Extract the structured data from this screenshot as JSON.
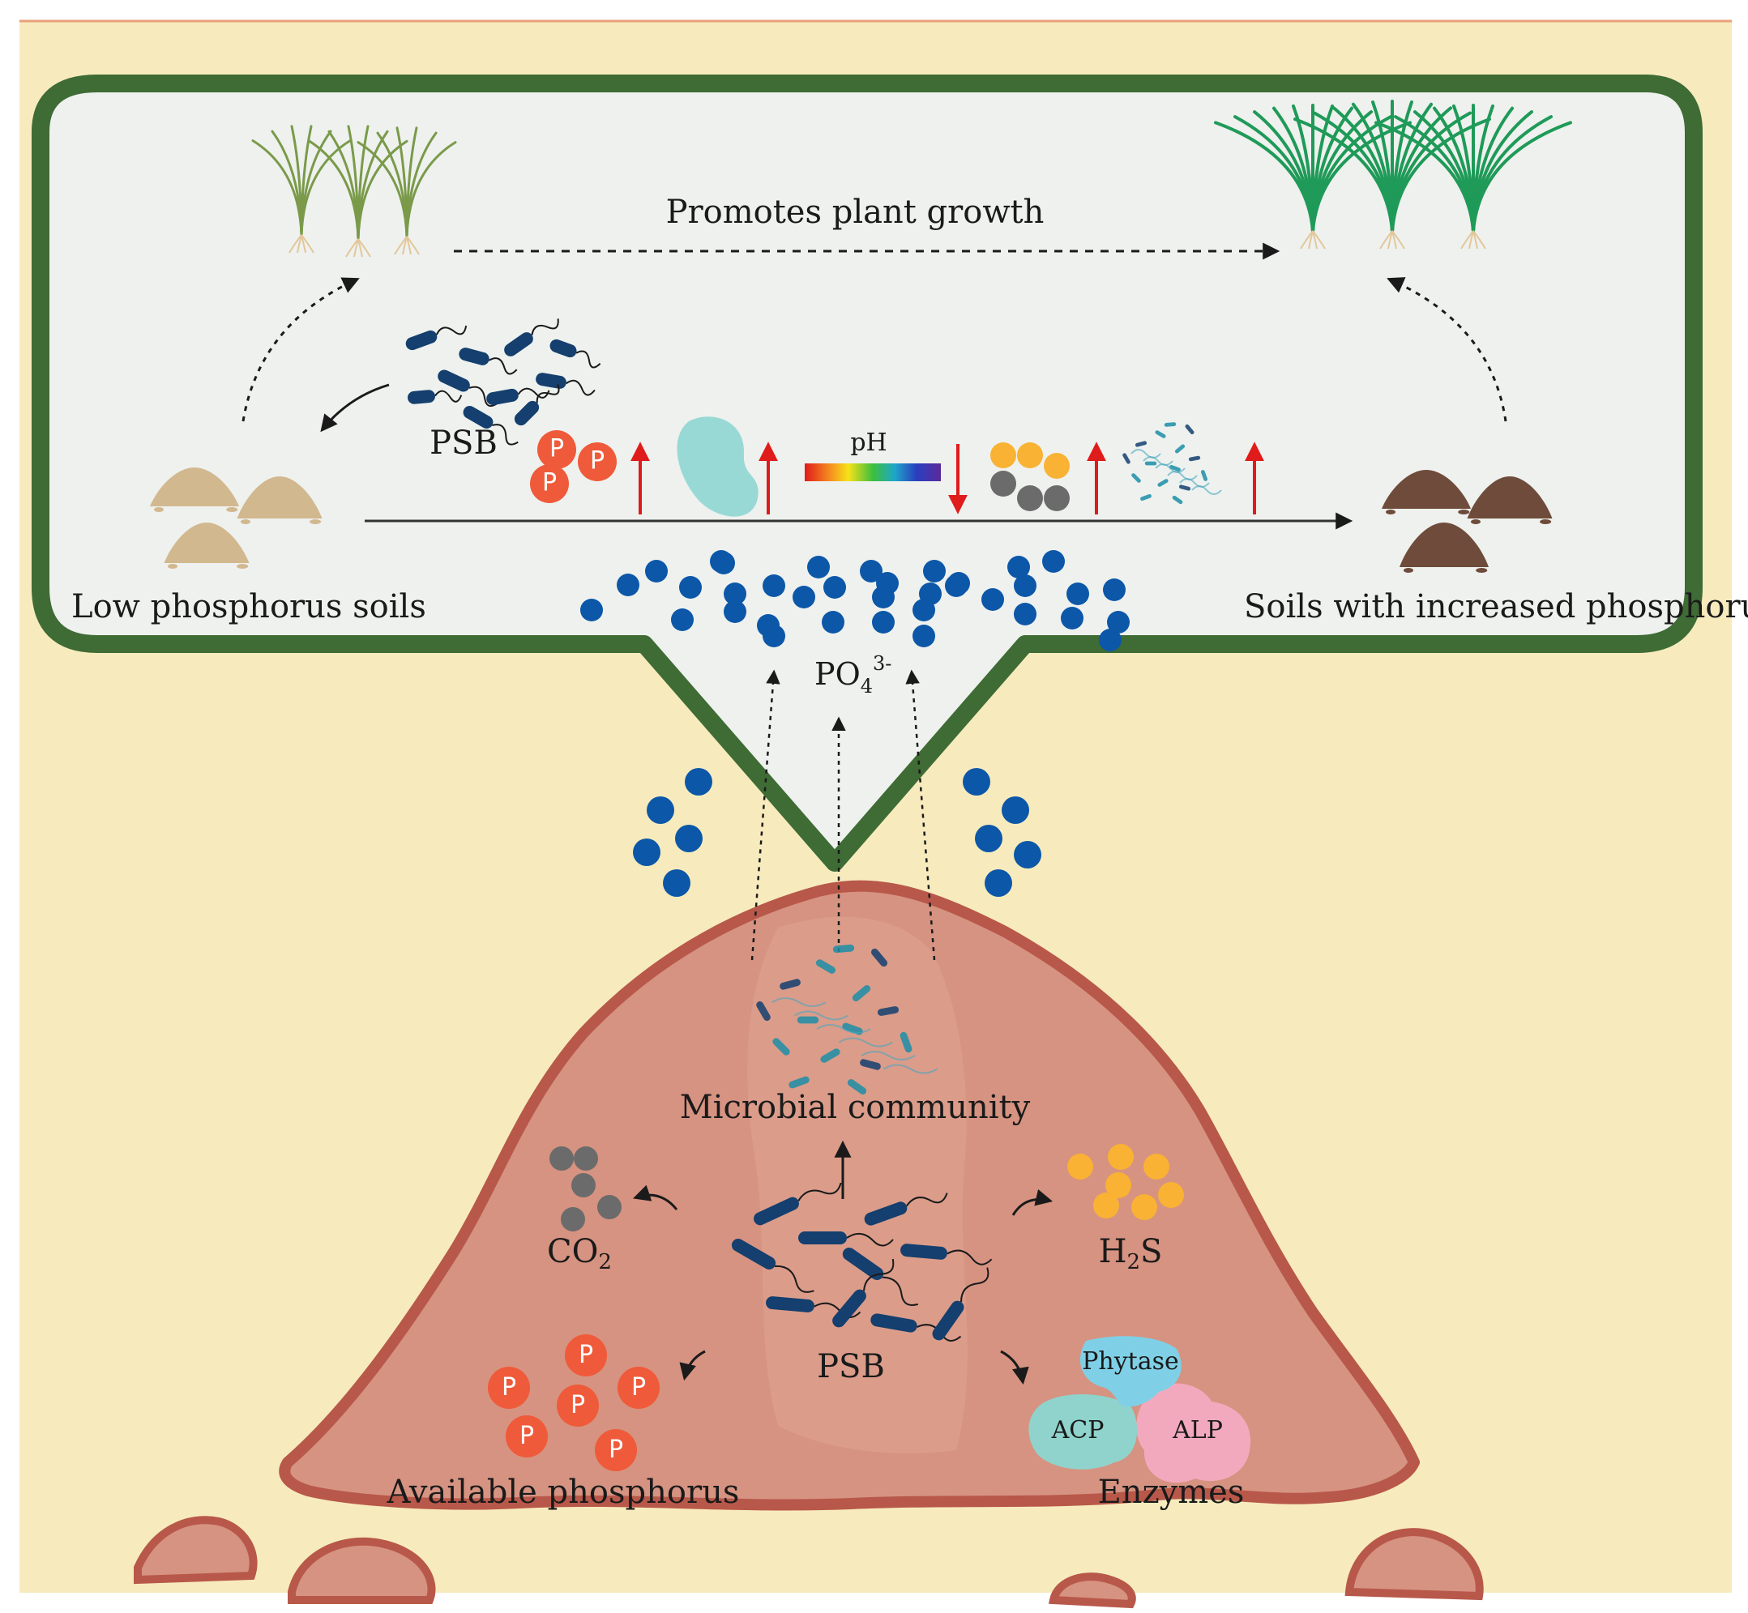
{
  "labels": {
    "top_arrow": "Promotes plant growth",
    "left_soil": "Low phosphorus soils",
    "right_soil": "Soils with increased phosphorus",
    "psb_top": "PSB",
    "ph": "pH",
    "phosphate_base": "PO",
    "phosphate_sub": "4",
    "phosphate_sup": "3-",
    "microbial": "Microbial community",
    "co2_base": "CO",
    "co2_sub": "2",
    "h2s_h": "H",
    "h2s_sub": "2",
    "h2s_s": "S",
    "psb_center": "PSB",
    "available_p": "Available phosphorus",
    "enzymes": "Enzymes",
    "phytase": "Phytase",
    "acp": "ACP",
    "alp": "ALP",
    "p_symbol": "P"
  },
  "indicators": [
    {
      "item": "available phosphorus",
      "direction": "up"
    },
    {
      "item": "enzymes",
      "direction": "up"
    },
    {
      "item": "pH",
      "direction": "down"
    },
    {
      "item": "CO2 and H2S",
      "direction": "up"
    },
    {
      "item": "microbial community",
      "direction": "up"
    }
  ],
  "colors": {
    "background": "#f7ebbd",
    "callout_fill": "#eef1ee",
    "callout_border": "#3f6b35",
    "soil_mound": "#d69381",
    "soil_border": "#b8584a",
    "phosphate_dot": "#0c57a8",
    "bacteria": "#143f6e",
    "phosphorus": "#ef5a3a",
    "increase_arrow": "#e01b1b",
    "co2_dot": "#6b6b6b",
    "h2s_dot": "#f9b233",
    "phytase": "#7fd0e6",
    "acp": "#8fd3cc",
    "alp": "#f3a9bd",
    "low_p_soil": "#d2b88f",
    "high_p_soil": "#6e4b3a",
    "plant_light": "#7a9a4a",
    "plant_dark": "#1f9a58"
  }
}
